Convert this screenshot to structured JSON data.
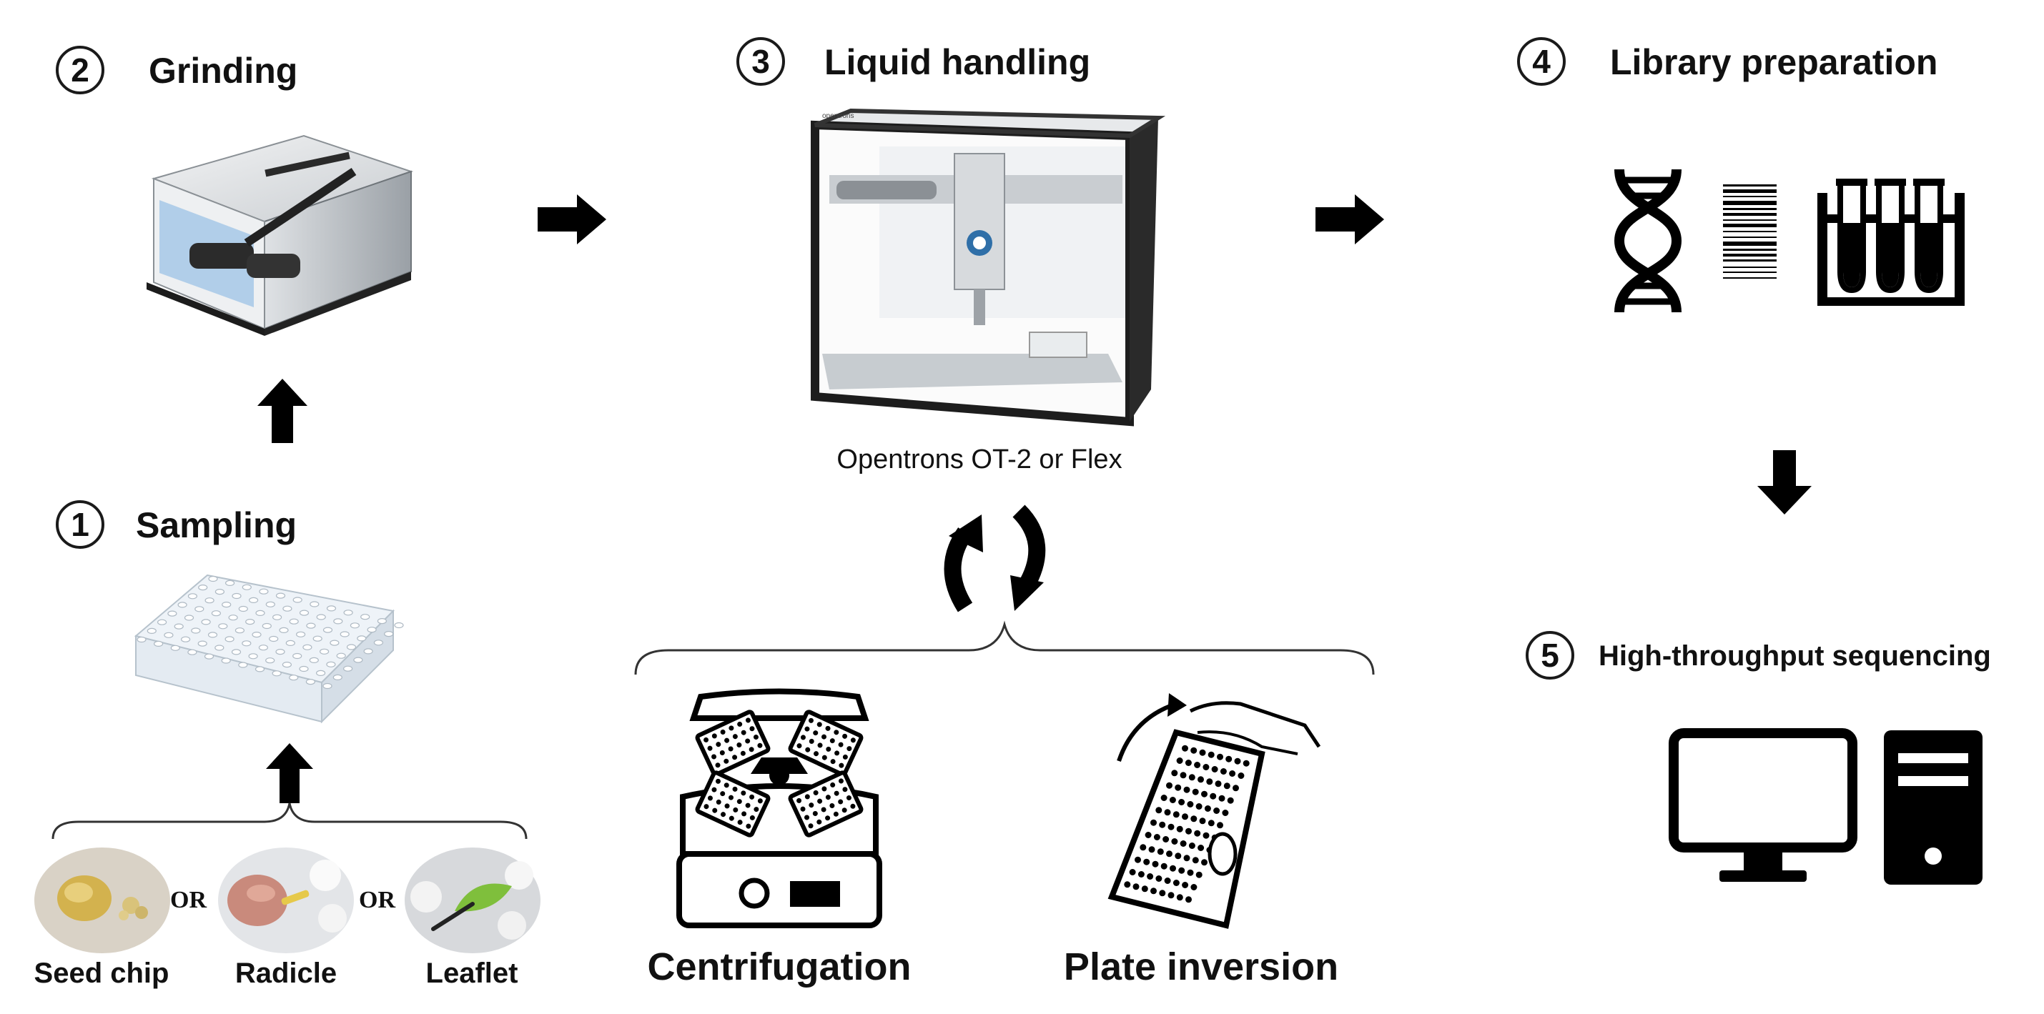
{
  "steps": [
    {
      "number": "1",
      "title": "Sampling"
    },
    {
      "number": "2",
      "title": "Grinding"
    },
    {
      "number": "3",
      "title": "Liquid handling"
    },
    {
      "number": "4",
      "title": "Library preparation"
    },
    {
      "number": "5",
      "title": "High-throughput sequencing"
    }
  ],
  "robot_caption": "Opentrons OT-2 or Flex",
  "robot_brand": "opentrons",
  "samples": {
    "items": [
      "Seed chip",
      "Radicle",
      "Leaflet"
    ],
    "connector": "OR"
  },
  "processes": [
    "Centrifugation",
    "Plate inversion"
  ],
  "icons": [
    "grinder-image",
    "liquid-handler-robot",
    "well-plate-image",
    "dna-icon",
    "barcode-icon",
    "test-tubes-icon",
    "computer-icon",
    "centrifuge-icon",
    "plate-inversion-icon",
    "cycle-arrows-icon"
  ]
}
